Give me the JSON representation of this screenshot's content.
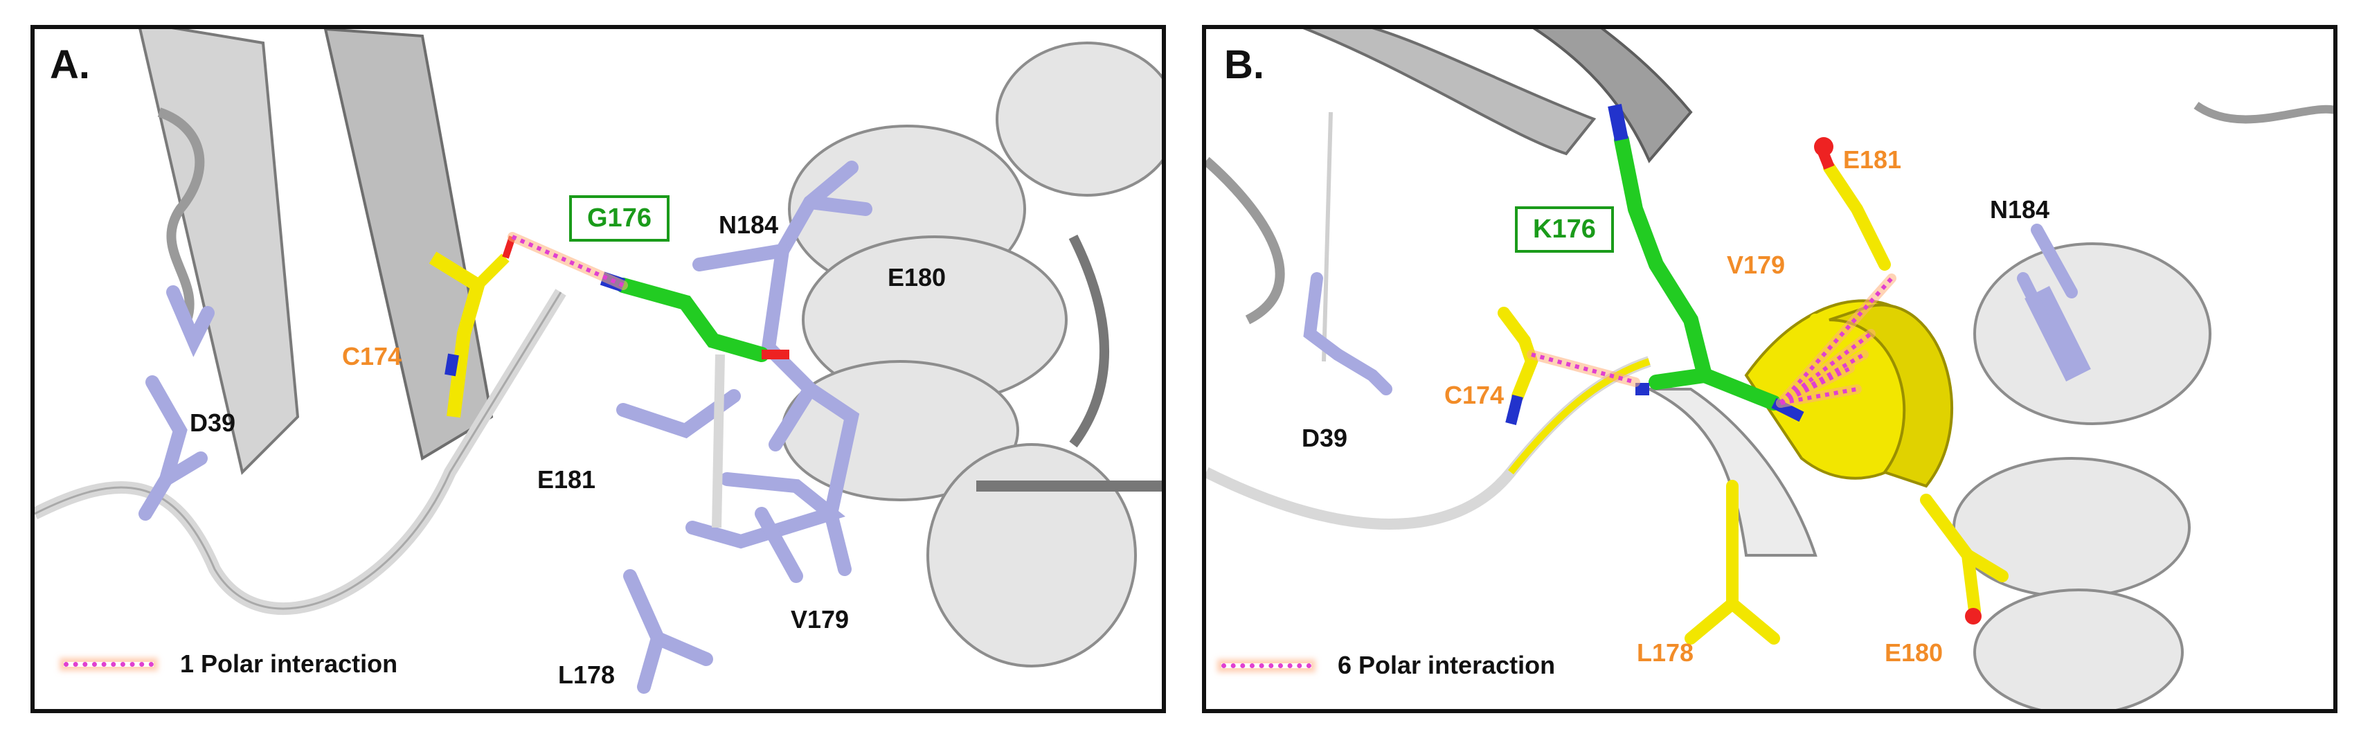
{
  "panels": [
    {
      "label": "A.",
      "mutant_label": "G176",
      "legend_text": "1 Polar interaction",
      "residues_black": [
        "N184",
        "E180",
        "D39",
        "E181",
        "V179",
        "L178"
      ],
      "residues_orange": [
        "C174"
      ]
    },
    {
      "label": "B.",
      "mutant_label": "K176",
      "legend_text": "6 Polar interaction",
      "residues_black": [
        "N184",
        "D39"
      ],
      "residues_orange": [
        "E181",
        "V179",
        "C174",
        "L178",
        "E180"
      ]
    }
  ],
  "colors": {
    "ribbon": "#d9d9d9",
    "ribbon_shade": "#8c8c8c",
    "neighbor_sticks": "#a7a9e0",
    "mutant_sticks": "#22cc22",
    "interacting_sticks": "#f2e600",
    "polar_contact": "#e040d0",
    "mutant_label": "#1a9b1a",
    "interacting_label": "#f28c28"
  }
}
